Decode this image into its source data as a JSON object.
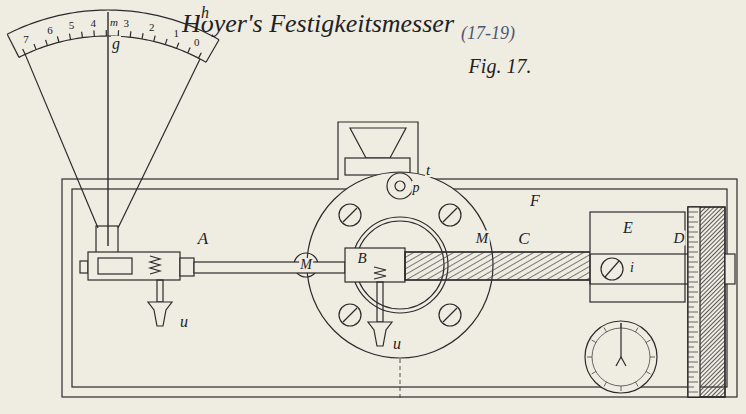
{
  "diagram": {
    "title": "Hoyer's Festigkeitsmesser",
    "labels": [
      "(17-19)",
      "Fig. 17.",
      "h",
      "m",
      "g",
      "7",
      "6",
      "5",
      "4",
      "3",
      "2",
      "1",
      "0",
      "A",
      "u",
      "B",
      "u",
      "M",
      "M",
      "C",
      "F",
      "t",
      "p",
      "E",
      "i",
      "D"
    ]
  }
}
